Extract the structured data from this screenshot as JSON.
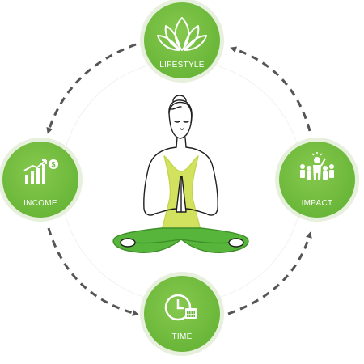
{
  "diagram": {
    "nodes": [
      {
        "id": "lifestyle",
        "label": "LIFESTYLE",
        "icon": "lotus-icon"
      },
      {
        "id": "impact",
        "label": "IMPACT",
        "icon": "crowd-leader-icon"
      },
      {
        "id": "time",
        "label": "TIME",
        "icon": "clock-calendar-icon"
      },
      {
        "id": "income",
        "label": "INCOME",
        "icon": "growth-chart-dollar-icon"
      }
    ],
    "center_image": "meditating-woman-illustration",
    "cycle_direction": "counter-clockwise"
  },
  "colors": {
    "node_fill": "#78c142",
    "node_fill_dark": "#5fa832",
    "node_ring": "#e3efd9",
    "arrow": "#555555",
    "top_yellow": "#d3e25e",
    "pants_green": "#58b53c",
    "line": "#1f1f1f"
  }
}
